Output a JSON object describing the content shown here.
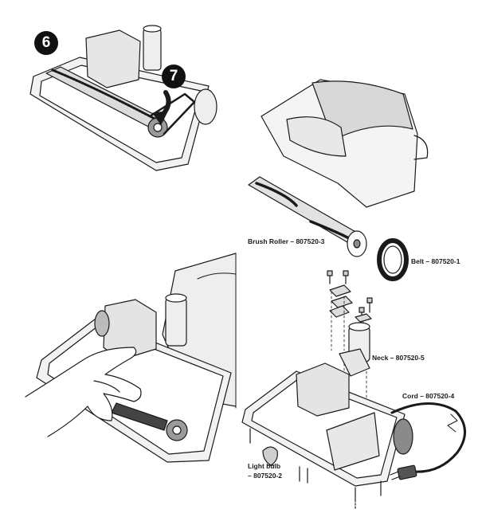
{
  "steps": {
    "step6": "6",
    "step7": "7"
  },
  "parts": {
    "brush_roller": "Brush Roller – 807520-3",
    "belt": "Belt – 807520-1",
    "neck": "Neck – 807520-5",
    "cord": "Cord – 807520-4",
    "light_bulb_line1": "Light bulb",
    "light_bulb_line2": "– 807520-2"
  },
  "colors": {
    "ink": "#1a1a1a",
    "fill_light": "#eeeeee",
    "fill_mid": "#cfcfcf",
    "fill_dark": "#8a8a8a"
  }
}
